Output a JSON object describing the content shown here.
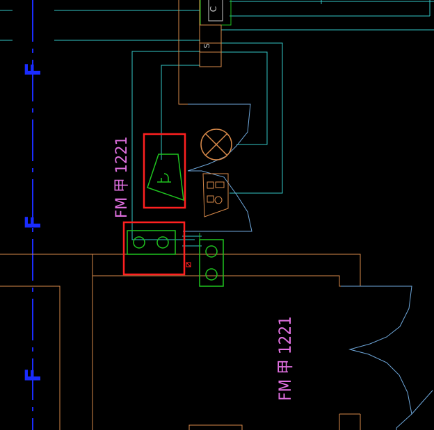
{
  "drawing": {
    "axis_marker_label": "F",
    "door_label": "FM 甲 1221",
    "door_label_lower": "FM 甲 1221",
    "panel_letter_top": "C",
    "panel_letter_s": "S"
  },
  "colors": {
    "background": "#000000",
    "axis_blue": "#1a2cff",
    "cyan": "#35c8c8",
    "orange": "#d98a4a",
    "green": "#1fc41f",
    "magenta": "#e070e0",
    "light_blue": "#6fa8dc",
    "highlight_red": "#ff2020"
  },
  "icons": {
    "lamp": "cross-circle-lamp-icon",
    "alarm": "alarm-bell-icon",
    "hydrant": "fire-hydrant-icon",
    "socket_pair": "double-socket-icon"
  }
}
